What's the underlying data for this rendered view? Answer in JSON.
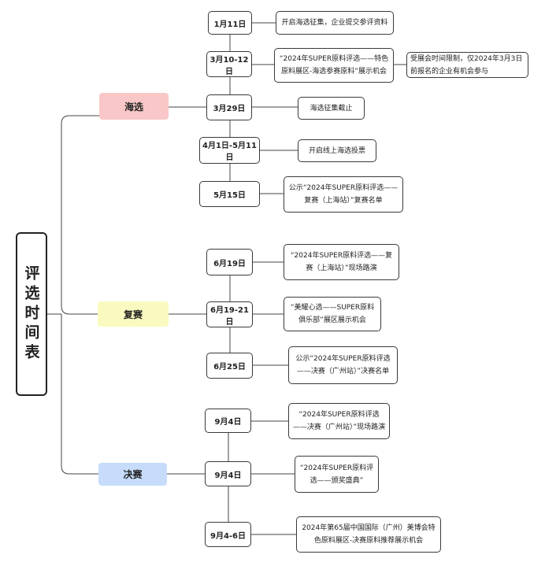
{
  "root": {
    "title": "评选时间表"
  },
  "categories": {
    "haixuan": {
      "label": "海选",
      "color": "#f9c7c7"
    },
    "fusai": {
      "label": "复赛",
      "color": "#fafac0"
    },
    "juesai": {
      "label": "决赛",
      "color": "#c7dcfb"
    }
  },
  "haixuan": [
    {
      "date": "1月11日",
      "desc": "开启海选征集，企业提交参评资料"
    },
    {
      "date": "3月10-12日",
      "desc": "“2024年SUPER原料评选——特色原料展区-海选参赛原料”展示机会",
      "note": "受展会时间限制，仅2024年3月3日前报名的企业有机会参与"
    },
    {
      "date": "3月29日",
      "desc": "海选征集截止"
    },
    {
      "date": "4月1日-5月11日",
      "desc": "开启线上海选投票"
    },
    {
      "date": "5月15日",
      "desc": "公示“2024年SUPER原料评选——复赛（上海站）”复赛名单"
    }
  ],
  "fusai": [
    {
      "date": "6月19日",
      "desc": "“2024年SUPER原料评选——复赛（上海站）”现场路演"
    },
    {
      "date": "6月19-21日",
      "desc": "“美耀心选——SUPER原料俱乐部”展区展示机会"
    },
    {
      "date": "6月25日",
      "desc": "公示“2024年SUPER原料评选——决赛（广州站）”决赛名单"
    }
  ],
  "juesai": [
    {
      "date": "9月4日",
      "desc": "“2024年SUPER原料评选——决赛（广州站）”现场路演"
    },
    {
      "date": "9月4日",
      "desc": "“2024年SUPER原料评选——颁奖盛典”"
    },
    {
      "date": "9月4-6日",
      "desc": "2024年第65届中国国际（广州）美博会特色原料展区-决赛原料推荐展示机会"
    }
  ]
}
